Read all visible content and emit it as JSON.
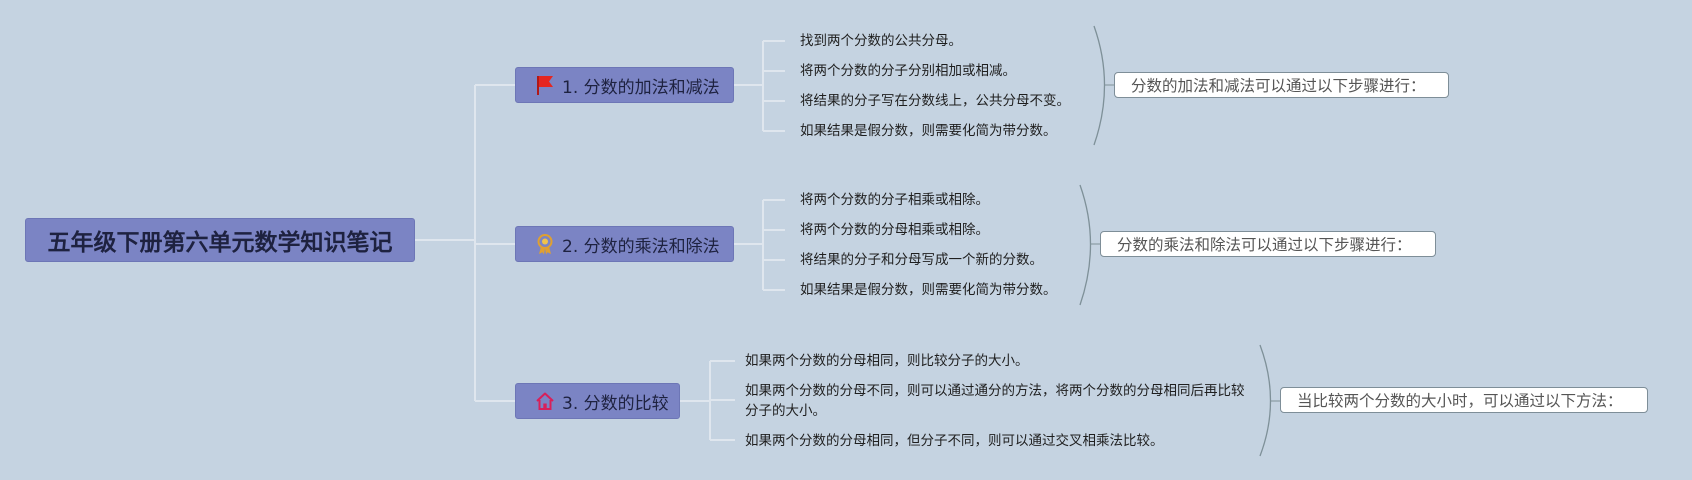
{
  "root": {
    "title": "五年级下册第六单元数学知识笔记"
  },
  "topics": [
    {
      "label": "1. 分数的加法和减法",
      "icon": "red-flag-icon",
      "items": [
        "找到两个分数的公共分母。",
        "将两个分数的分子分别相加或相减。",
        "将结果的分子写在分数线上，公共分母不变。",
        "如果结果是假分数，则需要化简为带分数。"
      ],
      "summary": "分数的加法和减法可以通过以下步骤进行："
    },
    {
      "label": "2. 分数的乘法和除法",
      "icon": "award-medal-icon",
      "items": [
        "将两个分数的分子相乘或相除。",
        "将两个分数的分母相乘或相除。",
        "将结果的分子和分母写成一个新的分数。",
        "如果结果是假分数，则需要化简为带分数。"
      ],
      "summary": "分数的乘法和除法可以通过以下步骤进行："
    },
    {
      "label": "3. 分数的比较",
      "icon": "house-icon",
      "items": [
        "如果两个分数的分母相同，则比较分子的大小。",
        "如果两个分数的分母不同，则可以通过通分的方法，将两个分数的分母相同后再比较分子的大小。",
        "如果两个分数的分母相同，但分子不同，则可以通过交叉相乘法比较。"
      ],
      "summary": "当比较两个分数的大小时，可以通过以下方法："
    }
  ],
  "colors": {
    "background": "#c5d3e1",
    "topic_fill": "#7b84c4",
    "connector": "#dfe6ee",
    "brace": "#7e9098"
  }
}
